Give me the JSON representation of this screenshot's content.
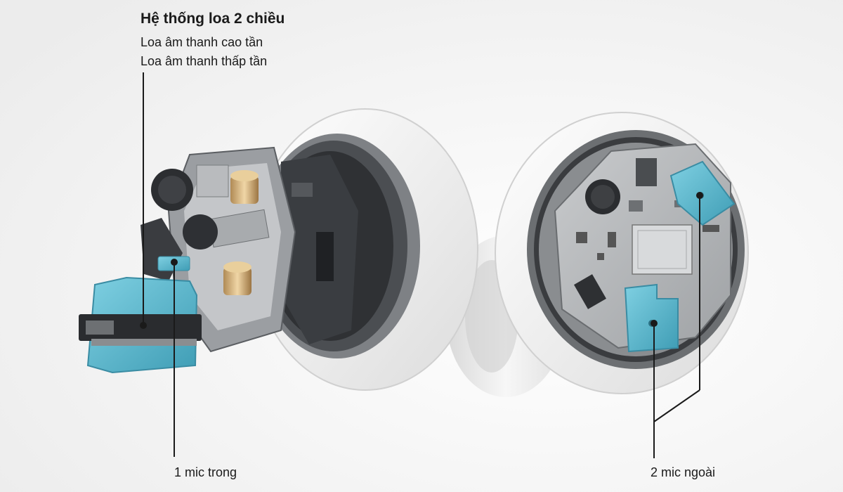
{
  "annotations": {
    "speaker_title": "Hệ thống loa 2 chiều",
    "speaker_high": "Loa âm thanh cao tần",
    "speaker_low": "Loa âm thanh thấp tần",
    "inner_mic": "1 mic trong",
    "outer_mics": "2 mic ngoài"
  },
  "colors": {
    "background": "#f2f2f2",
    "shell": "#fbfbfb",
    "mic_blue": "#5ab6cc",
    "board": "#b7b9bb",
    "text": "#1a1a1a"
  }
}
